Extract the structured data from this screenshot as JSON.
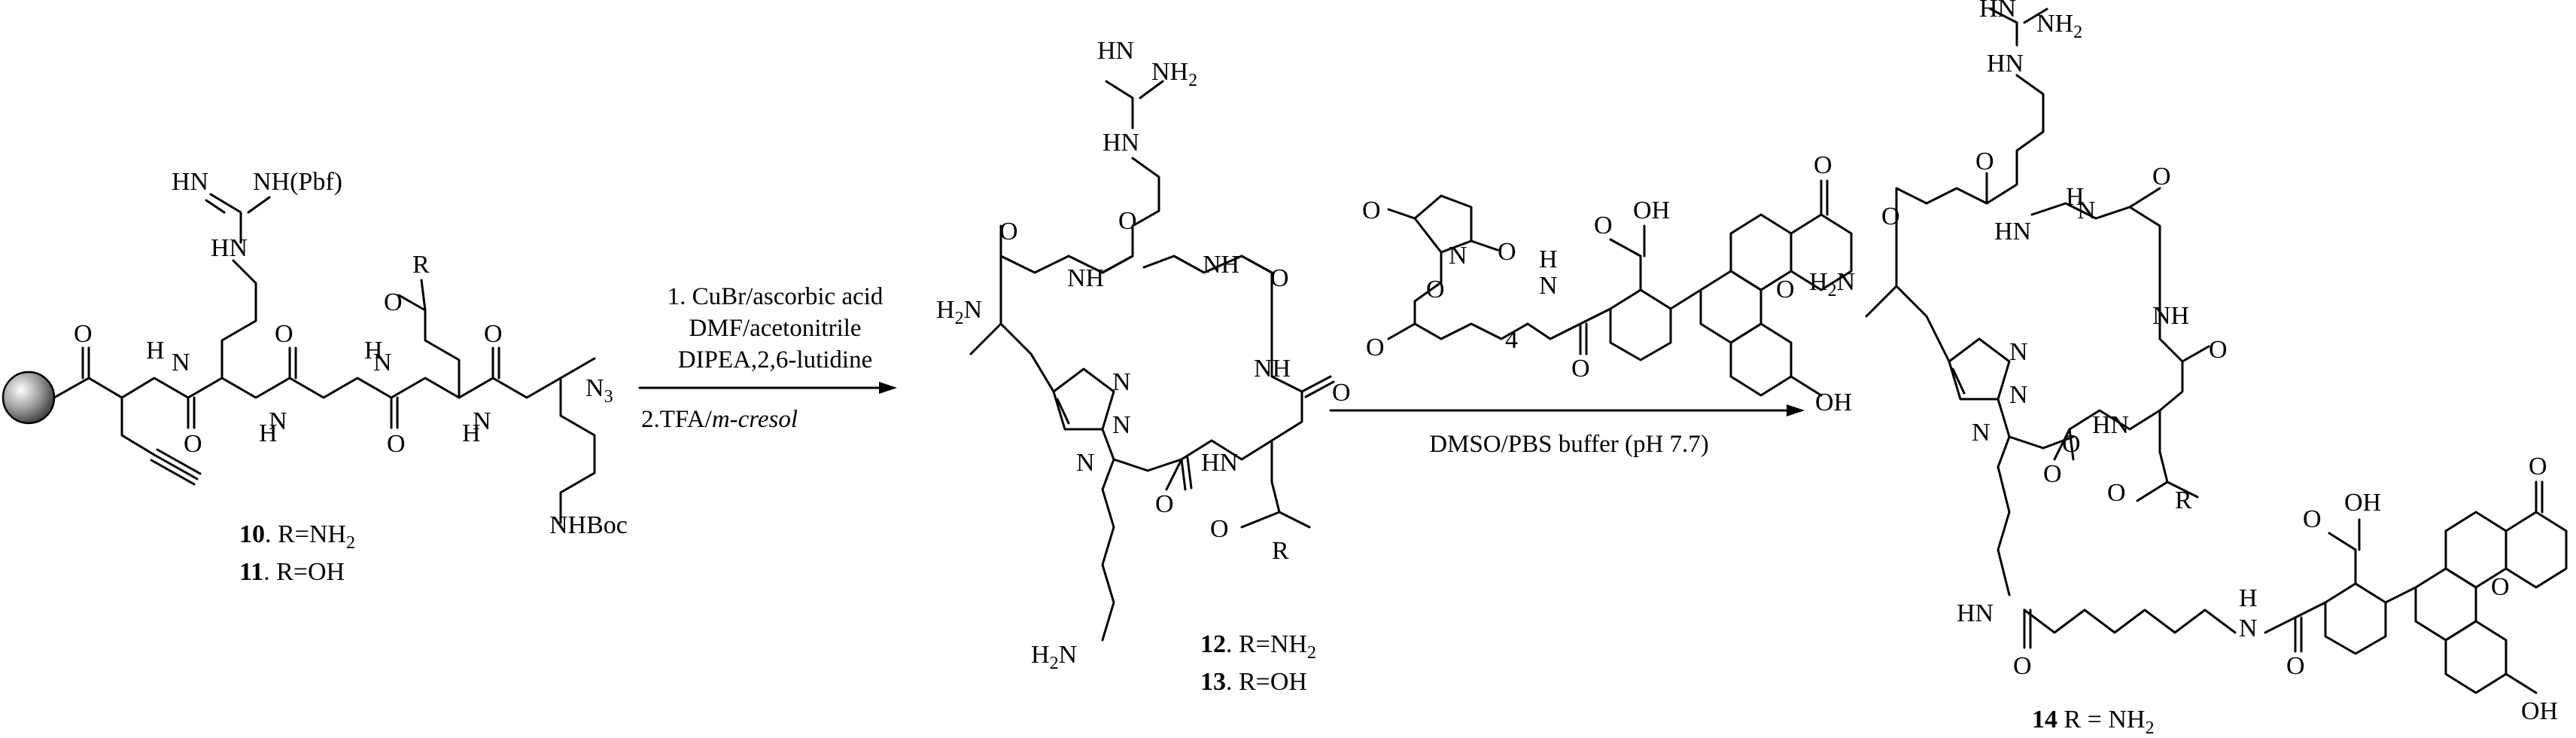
{
  "compounds": {
    "c10": {
      "number": "10",
      "label": ". R=NH",
      "sub": "2"
    },
    "c11": {
      "number": "11",
      "label": ". R=OH"
    },
    "c12": {
      "number": "12",
      "label": ". R=NH",
      "sub": "2"
    },
    "c13": {
      "number": "13",
      "label": ". R=OH"
    },
    "c14": {
      "number": "14",
      "label": " R = NH",
      "sub": "2"
    }
  },
  "step1": {
    "line1": "1. CuBr/ascorbic acid",
    "line2": "DMF/acetonitrile",
    "line3": "DIPEA,2,6-lutidine",
    "line4_prefix": "2.TFA/",
    "line4_italic": "m-cresol"
  },
  "step2": {
    "condition": "DMSO/PBS buffer (pH 7.7)"
  },
  "atoms": {
    "hn": "HN",
    "nh": "NH",
    "nh2": "NH",
    "two": "2",
    "h2n": "H",
    "n2": "N",
    "nhpbf": "NH(Pbf)",
    "n3": "N",
    "three": "3",
    "nhboc": "NHBoc",
    "o": "O",
    "r": "R",
    "n": "N",
    "h": "H",
    "oh": "OH",
    "four": "4"
  }
}
